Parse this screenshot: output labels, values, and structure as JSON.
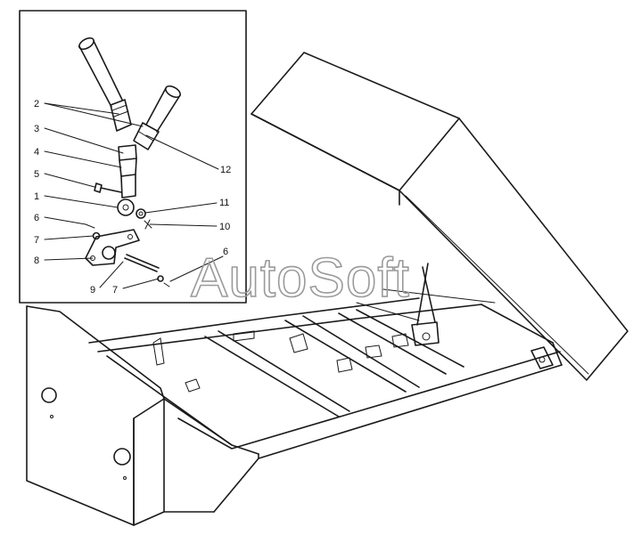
{
  "watermark": "AutoSoft",
  "callouts": {
    "c2": "2",
    "c3": "3",
    "c4": "4",
    "c5": "5",
    "c1": "1",
    "c6a": "6",
    "c7a": "7",
    "c8": "8",
    "c9": "9",
    "c7b": "7",
    "c6b": "6",
    "c12": "12",
    "c11": "11",
    "c10": "10"
  },
  "colors": {
    "ink": "#1a1a1a",
    "watermark": "#9a9a9a",
    "paper": "#ffffff"
  }
}
